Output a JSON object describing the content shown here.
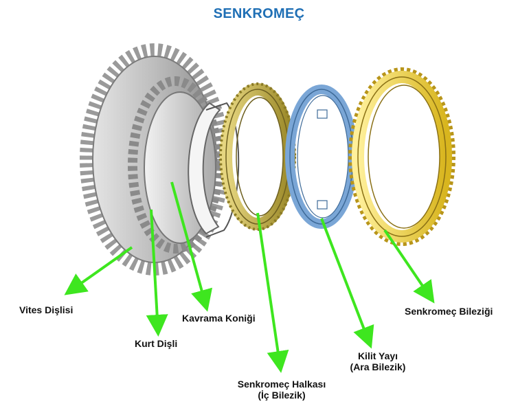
{
  "title": "SENKROMEÇ",
  "labels": {
    "vites_dislisi": "Vites Dişlisi",
    "kurt_disli": "Kurt Dişli",
    "kavrama_konigi": "Kavrama Koniği",
    "senkromec_halkasi": "Senkromeç Halkası",
    "ic_bilezik": "(İç Bilezik)",
    "kilit_yayi": "Kilit Yayı",
    "ara_bilezik": "(Ara Bilezik)",
    "senkromec_bilezigi": "Senkromeç Bileziği"
  },
  "colors": {
    "title": "#1f6fb5",
    "arrow": "#3ee61f",
    "gear": "#c8c8c8",
    "synchro_ring": "#c8b34a",
    "lock_spring": "#7aa6d6",
    "synchro_sleeve": "#f0d23c"
  }
}
